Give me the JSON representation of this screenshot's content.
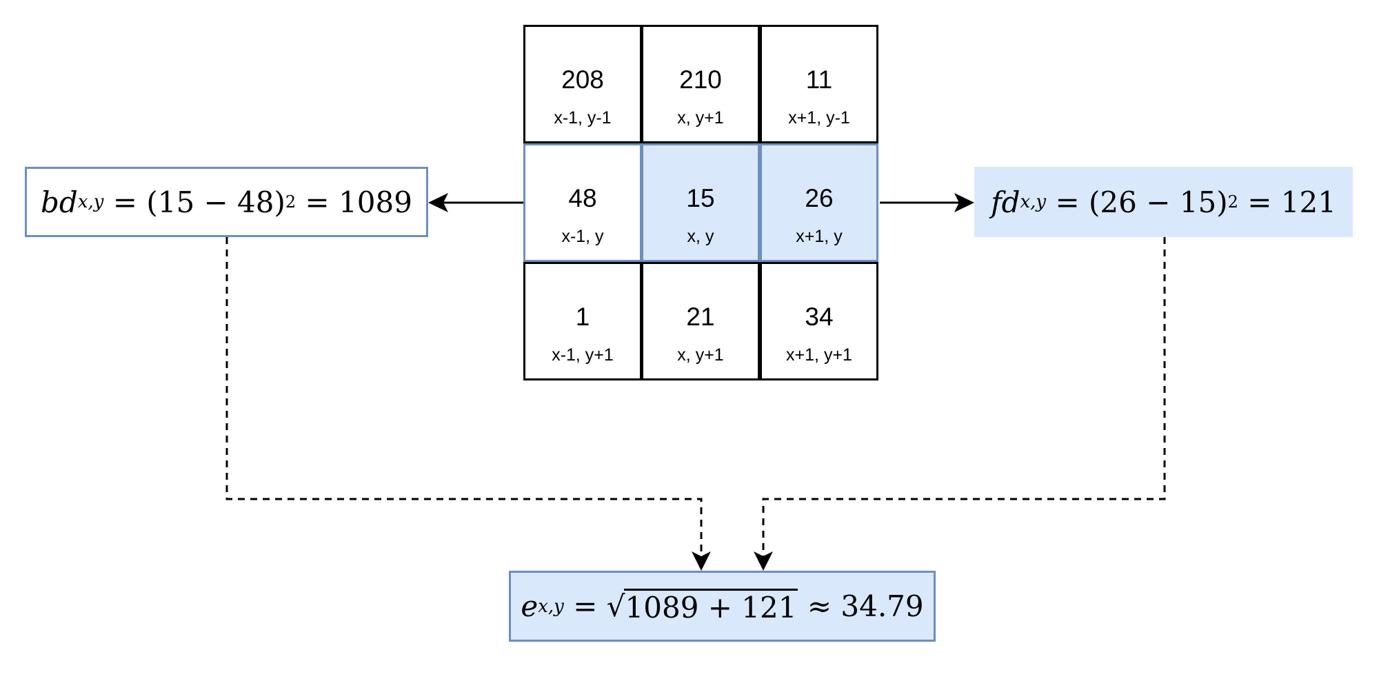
{
  "grid": {
    "cells": [
      {
        "value": "208",
        "coord": "x-1, y-1"
      },
      {
        "value": "210",
        "coord": "x, y+1"
      },
      {
        "value": "11",
        "coord": "x+1, y-1"
      },
      {
        "value": "48",
        "coord": "x-1, y"
      },
      {
        "value": "15",
        "coord": "x, y"
      },
      {
        "value": "26",
        "coord": "x+1, y"
      },
      {
        "value": "1",
        "coord": "x-1, y+1"
      },
      {
        "value": "21",
        "coord": "x, y+1"
      },
      {
        "value": "34",
        "coord": "x+1, y+1"
      }
    ]
  },
  "backward": {
    "var": "bd",
    "sub": "x,y",
    "eq": "= (15 − 48)",
    "exp": "2",
    "result": "= 1089"
  },
  "forward": {
    "var": "fd",
    "sub": "x,y",
    "eq": "= (26 − 15)",
    "exp": "2",
    "result": "= 121"
  },
  "energy": {
    "var": "e",
    "sub": "x,y",
    "eq": "=",
    "radicand": "1089 + 121",
    "result": "≈ 34.79"
  },
  "colors": {
    "border": "#6c8ebf",
    "fill": "#dae8fc",
    "line": "#000000"
  }
}
